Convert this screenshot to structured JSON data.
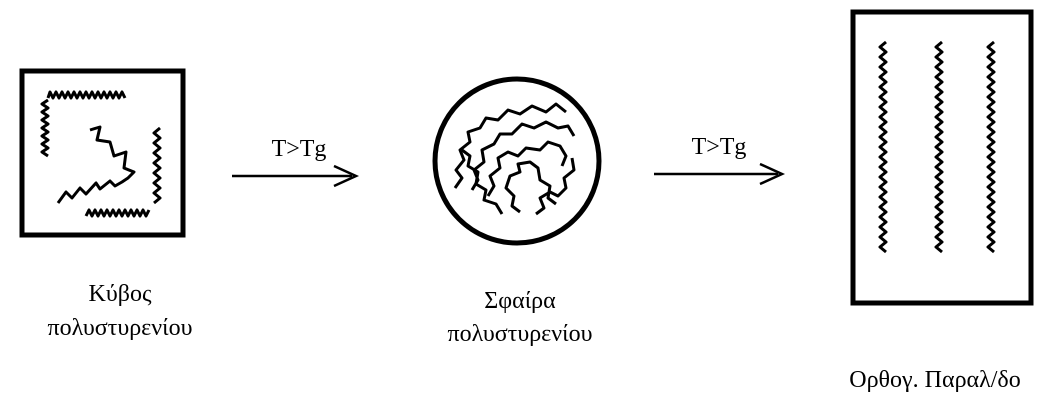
{
  "arrow_left": {
    "label": "T>Tg"
  },
  "arrow_right": {
    "label": "T>Tg"
  },
  "cube": {
    "line1": "Κύβος",
    "line2": "πολυστυρενίου"
  },
  "sphere": {
    "line1": "Σφαίρα",
    "line2": "πολυστυρενίου"
  },
  "rect": {
    "label": "Ορθογ. Παραλ/δο"
  },
  "colors": {
    "ink": "#000000",
    "background": "#ffffff"
  }
}
